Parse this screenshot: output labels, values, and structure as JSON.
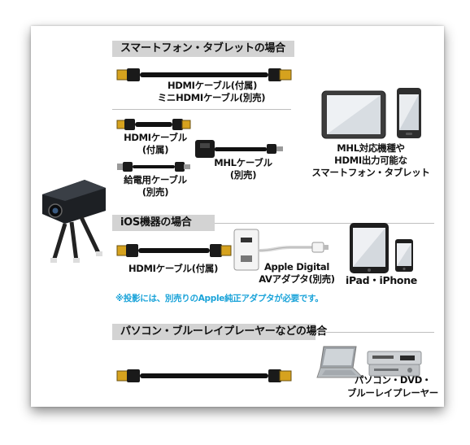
{
  "sections": {
    "smartphone": {
      "title": "スマートフォン・タブレットの場合",
      "hdmi_cable": "HDMIケーブル(付属)",
      "mini_hdmi_cable": "ミニHDMIケーブル(別売)",
      "hdmi_cable_short_1": "HDMIケーブル",
      "hdmi_cable_short_2": "(付属)",
      "power_cable_1": "給電用ケーブル",
      "power_cable_2": "(別売)",
      "mhl_cable_1": "MHLケーブル",
      "mhl_cable_2": "(別売)",
      "device_1": "MHL対応機種や",
      "device_2": "HDMI出力可能な",
      "device_3": "スマートフォン・タブレット"
    },
    "ios": {
      "title": "iOS機器の場合",
      "hdmi_cable": "HDMIケーブル(付属)",
      "adapter_1": "Apple Digital",
      "adapter_2": "AVアダプタ(別売)",
      "devices": "iPad・iPhone",
      "note": "※投影には、別売りのApple純正アダプタが必要です。"
    },
    "pc": {
      "title": "パソコン・ブルーレイプレーヤーなどの場合",
      "devices_1": "パソコン・DVD・",
      "devices_2": "ブルーレイプレーヤー"
    }
  },
  "colors": {
    "header_bg": "#d3d3d3",
    "note_text": "#1aa3d9",
    "connector_gold": "#d6a21e",
    "cable": "#111111"
  },
  "icons": [
    "projector",
    "tablet",
    "smartphone",
    "ipad",
    "iphone",
    "av-adapter",
    "laptop",
    "dvd-player",
    "mhl-adapter"
  ]
}
